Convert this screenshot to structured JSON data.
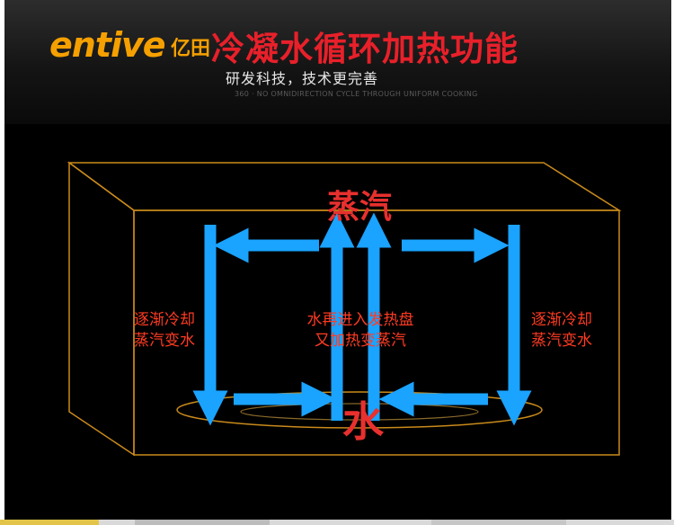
{
  "header": {
    "brand": "entive",
    "brand_cn": "亿田",
    "title": "冷凝水循环加热功能",
    "subtitle": "研发科技，技术更完善",
    "tagline": "360 · NO OMNIDIRECTION CYCLE THROUGH UNIFORM COOKING"
  },
  "diagram": {
    "steam_label": "蒸汽",
    "water_label": "水",
    "left_note": [
      "逐渐冷却",
      "蒸汽变水"
    ],
    "center_note": [
      "水再进入发热盘",
      "又加热变蒸汽"
    ],
    "right_note": [
      "逐渐冷却",
      "蒸汽变水"
    ]
  },
  "colors": {
    "arrow": "#1aa3ff",
    "label_red": "#ff3b22",
    "steam_red": "#e8302e",
    "outline_orange": "#c98a1a",
    "brand_orange": "#f5a000",
    "title_red": "#e8202a"
  }
}
